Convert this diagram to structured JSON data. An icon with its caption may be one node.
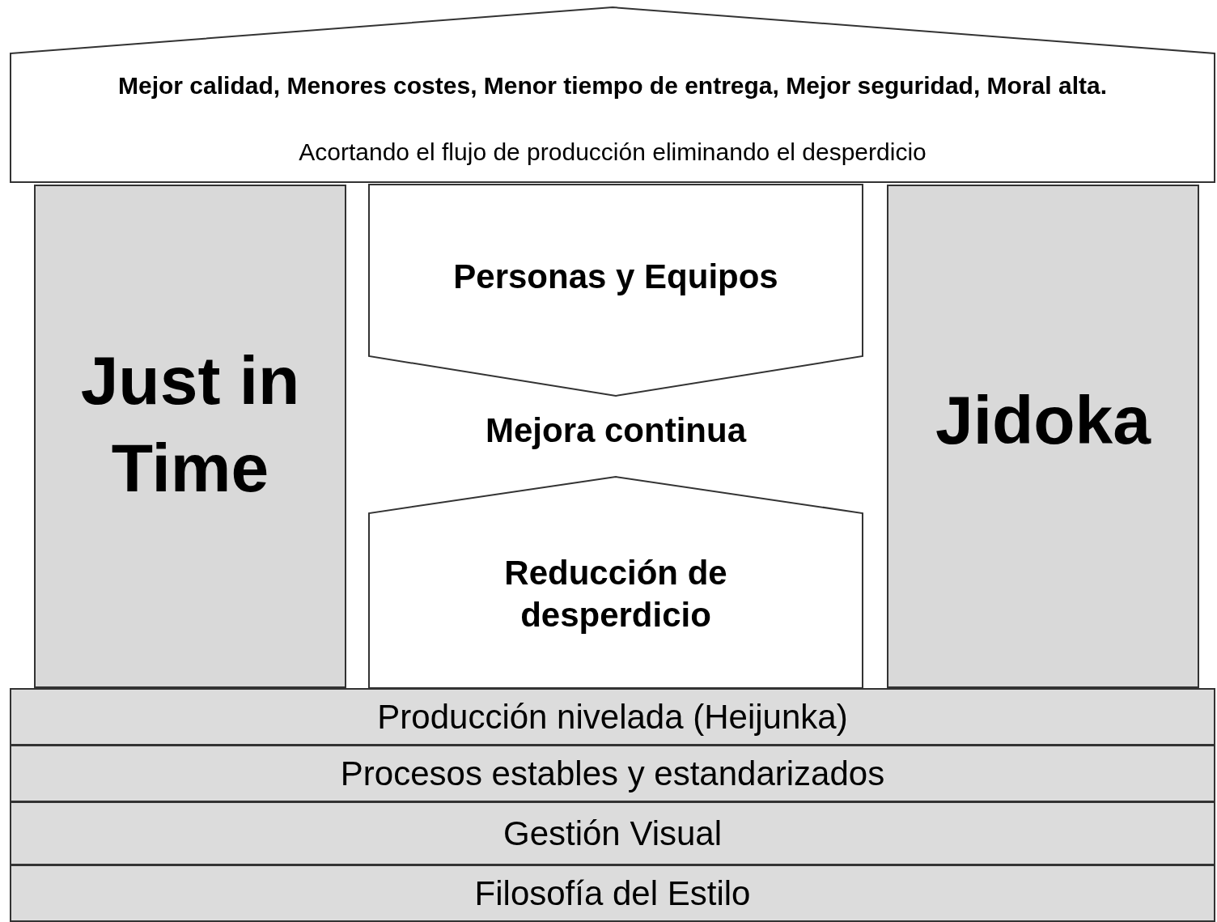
{
  "diagram": {
    "nodes": [
      {
        "text": [
          "Mejor calidad, Menores costes, Menor tiempo de entrega, Mejor seguridad, Moral alta.",
          "Acortando el flujo de producción eliminando el desperdicio"
        ]
      },
      {
        "text": [
          "Just in Time"
        ]
      },
      {
        "text": [
          "Personas y Equipos"
        ]
      },
      {
        "text": [
          "Reducción de desperdicio"
        ]
      },
      {
        "text": [
          "Jidoka"
        ]
      },
      {
        "text": [
          "Producción nivelada (Heijunka)"
        ]
      },
      {
        "text": [
          "Procesos estables y estandarizados"
        ]
      },
      {
        "text": [
          "Gestión Visual"
        ]
      },
      {
        "text": [
          "Filosofía del Estilo"
        ]
      }
    ],
    "edges": [],
    "labels": [
      "Mejora continua"
    ]
  }
}
